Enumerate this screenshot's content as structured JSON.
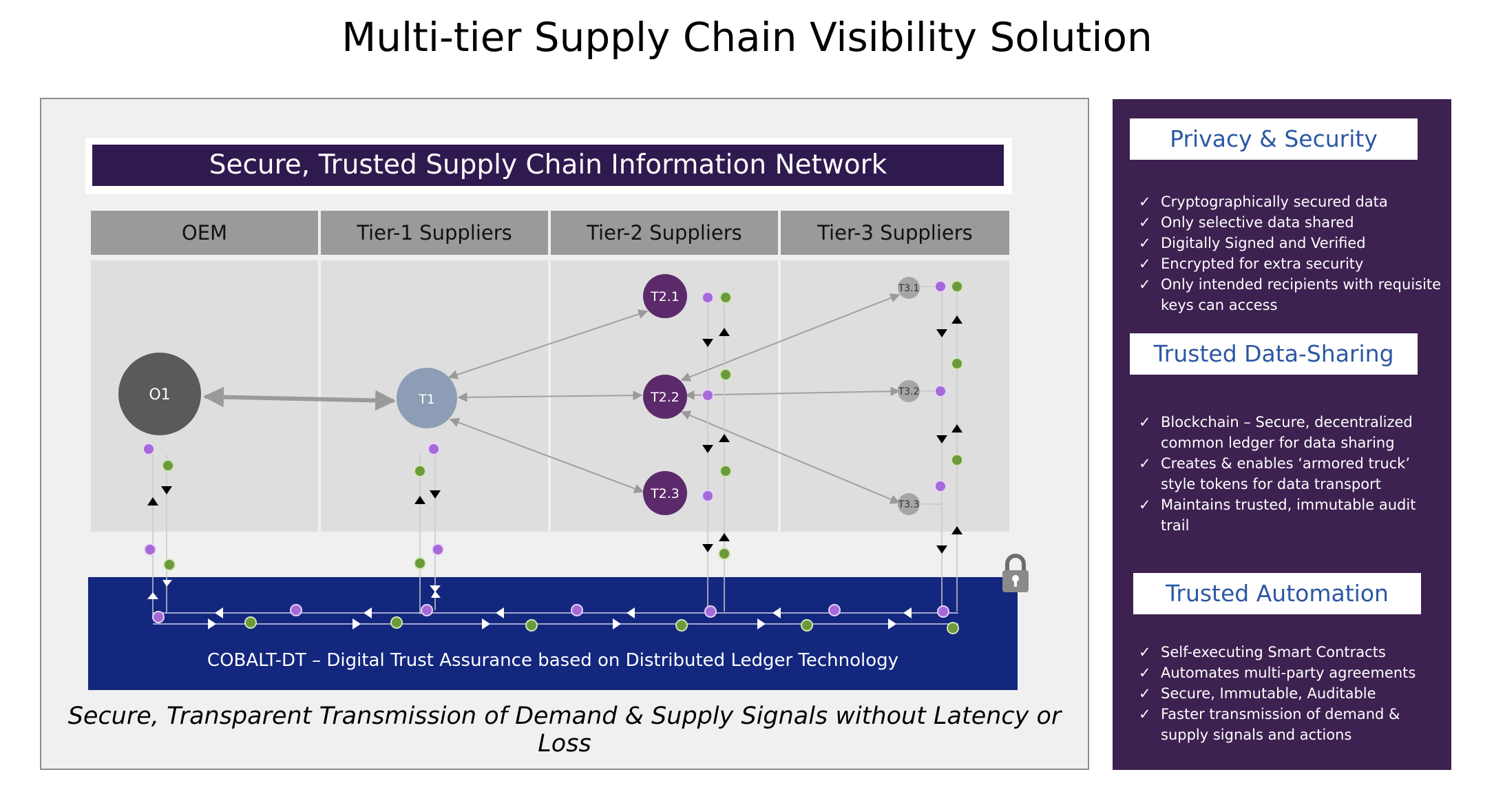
{
  "title": "Multi-tier Supply Chain Visibility Solution",
  "network_banner": "Secure, Trusted Supply Chain Information Network",
  "tiers": [
    "OEM",
    "Tier-1 Suppliers",
    "Tier-2 Suppliers",
    "Tier-3 Suppliers"
  ],
  "nodes": {
    "o1": "O1",
    "t1": "T1",
    "t2_1": "T2.1",
    "t2_2": "T2.2",
    "t2_3": "T2.3",
    "t3_1": "T3.1",
    "t3_2": "T3.2",
    "t3_3": "T3.3"
  },
  "ledger_caption": "COBALT-DT – Digital Trust Assurance based on Distributed Ledger Technology",
  "tagline": "Secure, Transparent Transmission of Demand & Supply Signals without Latency or Loss",
  "panel": {
    "sections": [
      {
        "heading": "Privacy & Security",
        "items": [
          "Cryptographically secured data",
          "Only selective data shared",
          "Digitally Signed and Verified",
          "Encrypted for extra security",
          "Only intended recipients with requisite keys can access"
        ]
      },
      {
        "heading": "Trusted Data-Sharing",
        "items": [
          "Blockchain – Secure, decentralized common ledger for data sharing",
          " Creates & enables ‘armored truck’ style tokens for data transport",
          "Maintains trusted, immutable audit trail"
        ]
      },
      {
        "heading": "Trusted Automation",
        "items": [
          "Self-executing Smart Contracts",
          " Automates multi-party agreements",
          "Secure, Immutable, Auditable",
          "Faster transmission of demand & supply signals and actions"
        ]
      }
    ]
  },
  "colors": {
    "banner": "#2f1a4f",
    "ledger": "#14277e",
    "panel": "#3d2150",
    "heading_text": "#2b57a4",
    "node_o1": "#5a5a5a",
    "node_t1": "#8c9db5",
    "node_t2": "#5c2a6b",
    "node_t3": "#a6a6a6",
    "token_purple": "#a569d8",
    "token_green": "#6b9a3a"
  },
  "icons": [
    "lock-icon",
    "check-icon",
    "purple-token-icon",
    "green-token-icon",
    "arrow-icon"
  ]
}
